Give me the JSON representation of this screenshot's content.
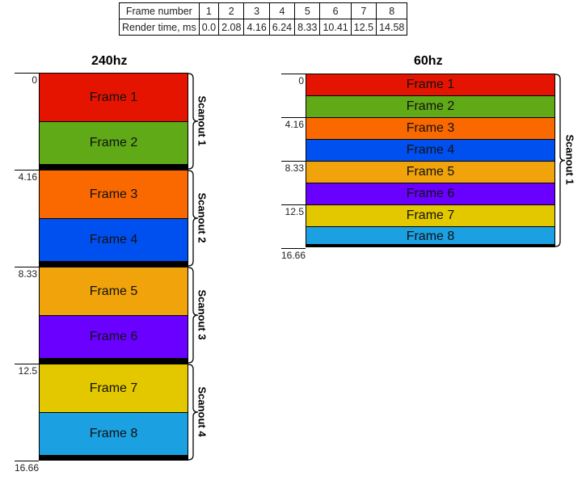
{
  "table": {
    "header_label": "Frame number",
    "frames": [
      "1",
      "2",
      "3",
      "4",
      "5",
      "6",
      "7",
      "8"
    ],
    "row_label": "Render time, ms",
    "times": [
      "0.0",
      "2.08",
      "4.16",
      "6.24",
      "8.33",
      "10.41",
      "12.5",
      "14.58"
    ]
  },
  "left": {
    "title": "240hz",
    "frames": [
      "Frame 1",
      "Frame 2",
      "Frame 3",
      "Frame 4",
      "Frame 5",
      "Frame 6",
      "Frame 7",
      "Frame 8"
    ],
    "ticks": [
      "0",
      "4.16",
      "8.33",
      "12.5",
      "16.66"
    ],
    "scanouts": [
      "Scanout 1",
      "Scanout 2",
      "Scanout 3",
      "Scanout 4"
    ]
  },
  "right": {
    "title": "60hz",
    "frames": [
      "Frame 1",
      "Frame 2",
      "Frame 3",
      "Frame 4",
      "Frame 5",
      "Frame 6",
      "Frame 7",
      "Frame 8"
    ],
    "ticks": [
      "0",
      "4.16",
      "8.33",
      "12.5",
      "16.66"
    ],
    "scanouts": [
      "Scanout 1"
    ]
  },
  "colors": [
    "#e51400",
    "#60a917",
    "#fa6800",
    "#0050ef",
    "#f0a30a",
    "#6a00ff",
    "#e3c800",
    "#1ba1e2"
  ]
}
